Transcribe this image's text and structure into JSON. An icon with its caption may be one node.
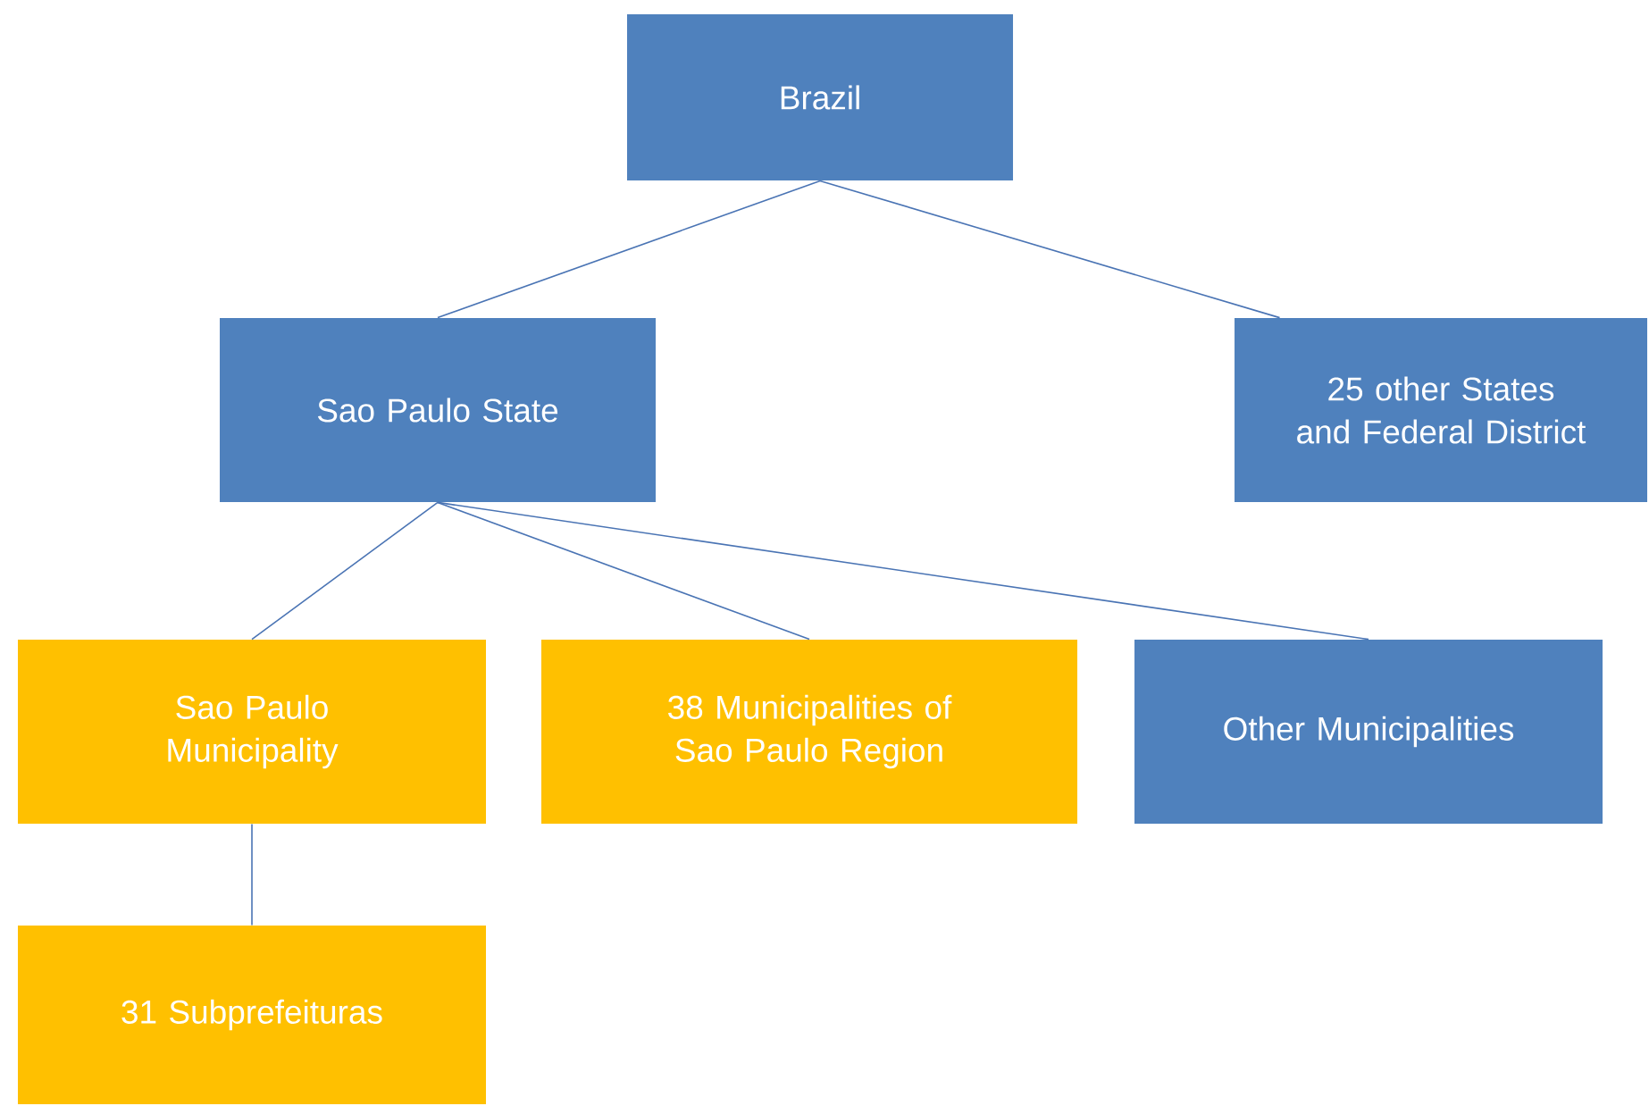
{
  "diagram": {
    "nodes": [
      {
        "text": [
          "Brazil"
        ]
      },
      {
        "text": [
          "Sao Paulo State"
        ]
      },
      {
        "text": [
          "25 other States and Federal District"
        ]
      },
      {
        "text": [
          "Sao Paulo Municipality"
        ]
      },
      {
        "text": [
          "38 Municipalities of Sao Paulo Region"
        ]
      },
      {
        "text": [
          "Other Municipalities"
        ]
      },
      {
        "text": [
          "31 Subprefeituras"
        ]
      }
    ],
    "edges": [
      {
        "from": 0,
        "to": 1,
        "arrow": "none"
      },
      {
        "from": 0,
        "to": 2,
        "arrow": "none"
      },
      {
        "from": 1,
        "to": 3,
        "arrow": "none"
      },
      {
        "from": 1,
        "to": 4,
        "arrow": "none"
      },
      {
        "from": 1,
        "to": 5,
        "arrow": "none"
      },
      {
        "from": 3,
        "to": 6,
        "arrow": "none"
      }
    ]
  }
}
